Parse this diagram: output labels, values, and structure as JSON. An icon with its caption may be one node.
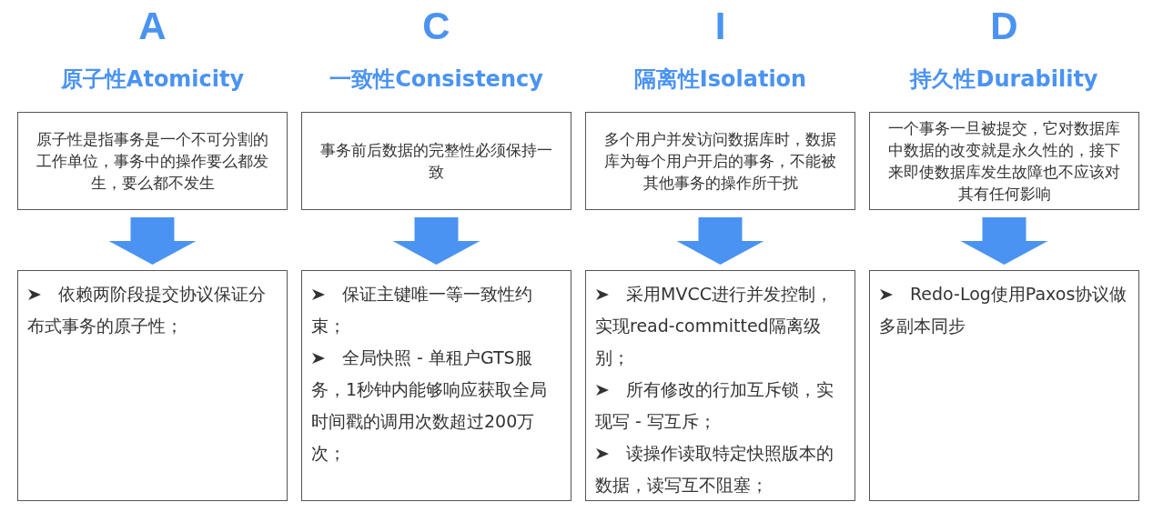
{
  "diagram": {
    "nodes": [
      {
        "text": [
          "原子性Atomicity",
          "原子性是指事务是一个不可分割的工作单位，事务中的操作要么都发生，要么都不发生"
        ]
      },
      {
        "text": [
          "一致性Consistency",
          "事务前后数据的完整性必须保持一致"
        ]
      },
      {
        "text": [
          "隔离性Isolation",
          "多个用户并发访问数据库时，数据库为每个用户开启的事务，不能被其他事务的操作所干扰"
        ]
      },
      {
        "text": [
          "持久性Durability",
          "一个事务一旦被提交，它对数据库中数据的改变就是永久性的，接下来即使数据库发生故障也不应该对其有任何影响"
        ]
      },
      {
        "text": [
          "依赖两阶段提交协议保证分布式事务的原子性；"
        ]
      },
      {
        "text": [
          "保证主键唯一等一致性约束；",
          "全局快照 - 单租户GTS服务，1秒钟内能够响应获取全局时间戳的调用次数超过200万次；"
        ]
      },
      {
        "text": [
          "采用MVCC进行并发控制，实现read-committed隔离级别；",
          "所有修改的行加互斥锁，实现写 - 写互斥；",
          "读操作读取特定快照版本的数据，读写互不阻塞；"
        ]
      },
      {
        "text": [
          "Redo-Log使用Paxos协议做多副本同步"
        ]
      }
    ],
    "edges": [
      {
        "from": 0,
        "to": 4,
        "arrow": "to"
      },
      {
        "from": 1,
        "to": 5,
        "arrow": "to"
      },
      {
        "from": 2,
        "to": 6,
        "arrow": "to"
      },
      {
        "from": 3,
        "to": 7,
        "arrow": "to"
      }
    ],
    "labels": [
      "A",
      "C",
      "I",
      "D"
    ]
  }
}
